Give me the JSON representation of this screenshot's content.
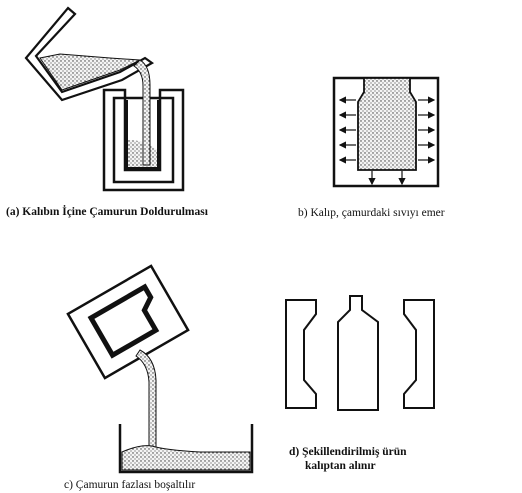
{
  "captions": {
    "a": "(a) Kalıbın İçine Çamurun Doldurulması",
    "b": "b) Kalıp, çamurdaki sıvıyı emer",
    "c": "c) Çamurun fazlası boşaltılır",
    "d_line1": "d) Şekillendirilmiş ürün",
    "d_line2": "kalıptan alınır"
  },
  "colors": {
    "ink": "#111111",
    "slip_fill": "#d9d9d9"
  }
}
